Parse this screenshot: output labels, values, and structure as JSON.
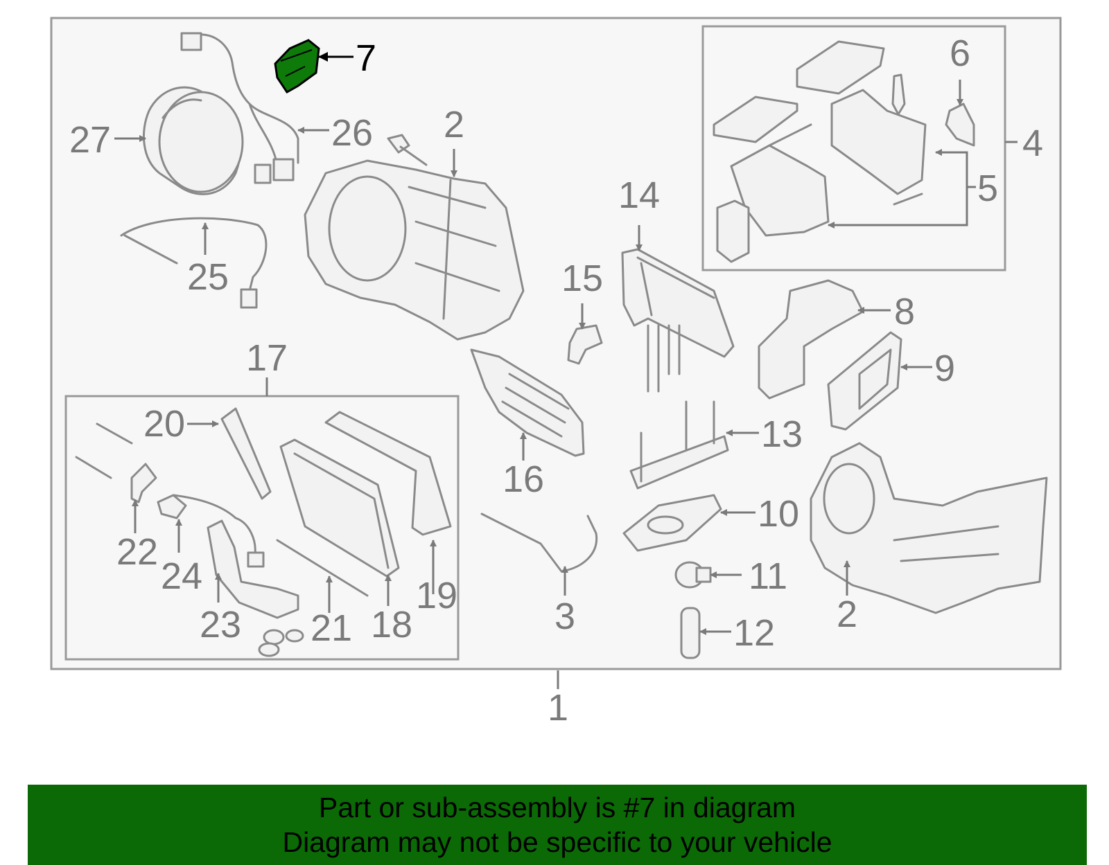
{
  "diagram": {
    "highlighted_part": "7",
    "callouts": [
      "1",
      "2",
      "2",
      "3",
      "4",
      "5",
      "6",
      "7",
      "8",
      "9",
      "10",
      "11",
      "12",
      "13",
      "14",
      "15",
      "16",
      "17",
      "18",
      "19",
      "20",
      "21",
      "22",
      "23",
      "24",
      "25",
      "26",
      "27"
    ]
  },
  "colors": {
    "banner_background": "#0b6a06",
    "highlight_part": "#0e7a0a",
    "frame": "#999999",
    "part_stroke": "#8a8a8a",
    "callout_text": "#7a7a7a"
  },
  "banner": {
    "line1": "Part or sub-assembly is #7 in diagram",
    "line2": "Diagram may not be specific to your vehicle"
  }
}
